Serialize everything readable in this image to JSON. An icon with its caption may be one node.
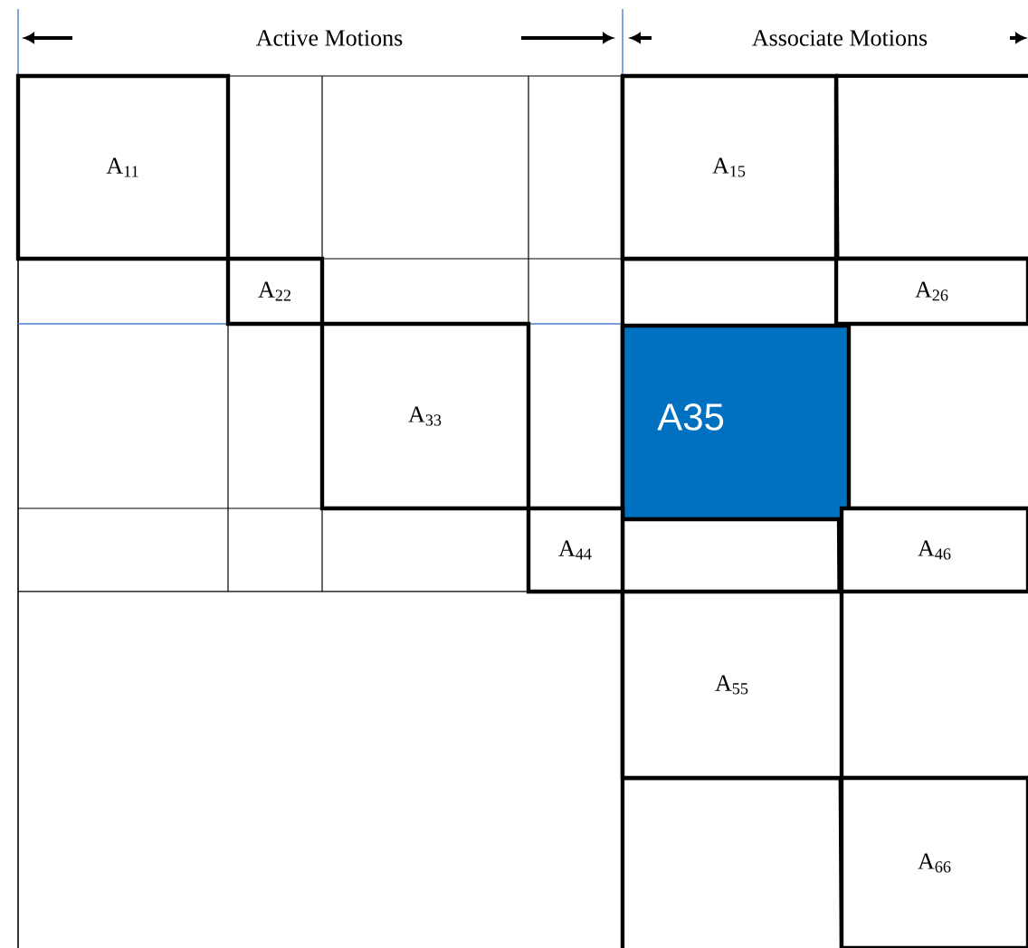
{
  "diagram": {
    "nodes": [
      {
        "text": [
          "A$_{11}$"
        ]
      },
      {
        "text": [
          "A$_{15}$"
        ]
      },
      {
        "text": [
          "A$_{22}$"
        ]
      },
      {
        "text": [
          "A$_{26}$"
        ]
      },
      {
        "text": [
          "A$_{33}$"
        ]
      },
      {
        "text": [
          "A35"
        ]
      },
      {
        "text": [
          "A$_{44}$"
        ]
      },
      {
        "text": [
          "A$_{46}$"
        ]
      },
      {
        "text": [
          "A$_{55}$"
        ]
      },
      {
        "text": [
          "A$_{66}$"
        ]
      }
    ],
    "labels": [
      "Active Motions",
      "Associate Motions"
    ]
  }
}
